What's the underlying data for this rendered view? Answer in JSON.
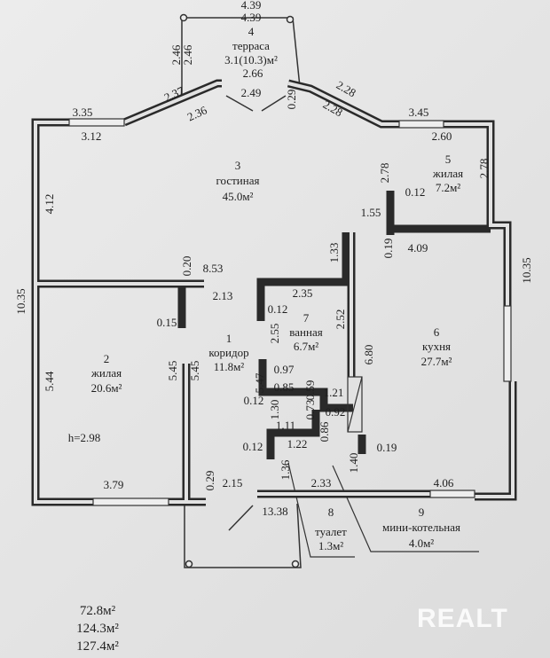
{
  "rooms": [
    {
      "num": "1",
      "name": "коридор",
      "area": "11.8м²"
    },
    {
      "num": "2",
      "name": "жилая",
      "area": "20.6м²"
    },
    {
      "num": "3",
      "name": "гостиная",
      "area": "45.0м²"
    },
    {
      "num": "4",
      "name": "терраса",
      "area": "3.1(10.3)м²"
    },
    {
      "num": "5",
      "name": "жилая",
      "area": "7.2м²"
    },
    {
      "num": "6",
      "name": "кухня",
      "area": "27.7м²"
    },
    {
      "num": "7",
      "name": "ванная",
      "area": "6.7м²"
    },
    {
      "num": "8",
      "name": "туалет",
      "area": "1.3м²"
    },
    {
      "num": "9",
      "name": "мини-котельная",
      "area": "4.0м²"
    }
  ],
  "dims": [
    "4.39",
    "4.39",
    "2.46",
    "2.46",
    "2.37",
    "2.36",
    "2.66",
    "2.49",
    "0.29",
    "2.28",
    "2.28",
    "3.35",
    "3.12",
    "3.45",
    "2.60",
    "2.78",
    "2.78",
    "0.12",
    "4.12",
    "1.55",
    "1.33",
    "0.19",
    "4.09",
    "10.35",
    "10.35",
    "0.20",
    "8.53",
    "2.13",
    "2.35",
    "0.12",
    "2.55",
    "2.52",
    "6.80",
    "0.15",
    "5.44",
    "5.45",
    "5.45",
    "5.47",
    "0.97",
    "0.85",
    "0.59",
    "1.21",
    "0.12",
    "1.30",
    "0.73",
    "0.92",
    "1.11",
    "0.86",
    "1.22",
    "0.12",
    "1.40",
    "0.19",
    "h=2.98",
    "3.79",
    "0.29",
    "2.15",
    "1.36",
    "2.33",
    "4.06",
    "13.38"
  ],
  "totals": [
    "72.8м²",
    "124.3м²",
    "127.4м²"
  ],
  "watermark": "REALT"
}
